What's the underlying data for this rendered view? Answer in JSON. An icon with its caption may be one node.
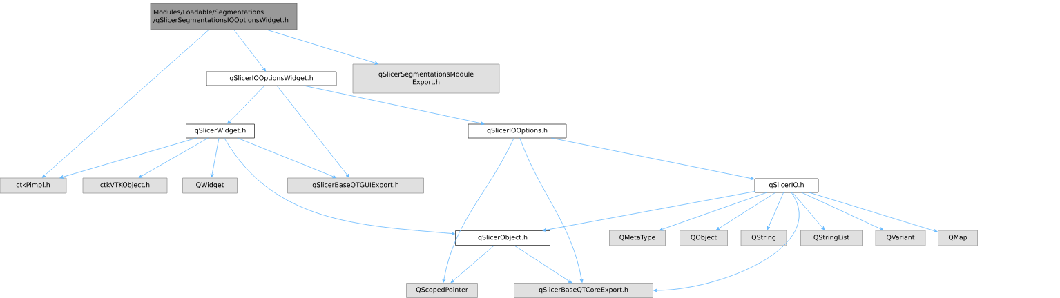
{
  "diagram": {
    "nodes": [
      {
        "text": [
          "Modules/Loadable/Segmentations /qSlicerSegmentationsIOOptionsWidget.h"
        ]
      },
      {
        "text": [
          "qSlicerIOOptionsWidget.h"
        ]
      },
      {
        "text": [
          "qSlicerSegmentationsModule Export.h"
        ]
      },
      {
        "text": [
          "qSlicerWidget.h"
        ]
      },
      {
        "text": [
          "qSlicerIOOptions.h"
        ]
      },
      {
        "text": [
          "ctkPimpl.h"
        ]
      },
      {
        "text": [
          "ctkVTKObject.h"
        ]
      },
      {
        "text": [
          "QWidget"
        ]
      },
      {
        "text": [
          "qSlicerBaseQTGUIExport.h"
        ]
      },
      {
        "text": [
          "qSlicerIO.h"
        ]
      },
      {
        "text": [
          "qSlicerObject.h"
        ]
      },
      {
        "text": [
          "QMetaType"
        ]
      },
      {
        "text": [
          "QObject"
        ]
      },
      {
        "text": [
          "QString"
        ]
      },
      {
        "text": [
          "QStringList"
        ]
      },
      {
        "text": [
          "QVariant"
        ]
      },
      {
        "text": [
          "QMap"
        ]
      },
      {
        "text": [
          "QScopedPointer"
        ]
      },
      {
        "text": [
          "qSlicerBaseQTCoreExport.h"
        ]
      }
    ],
    "edges": [
      {
        "from": 0,
        "to": 5,
        "arrow": "to"
      },
      {
        "from": 0,
        "to": 1,
        "arrow": "to"
      },
      {
        "from": 0,
        "to": 2,
        "arrow": "to"
      },
      {
        "from": 1,
        "to": 3,
        "arrow": "to"
      },
      {
        "from": 1,
        "to": 8,
        "arrow": "to"
      },
      {
        "from": 1,
        "to": 4,
        "arrow": "to"
      },
      {
        "from": 3,
        "to": 5,
        "arrow": "to"
      },
      {
        "from": 3,
        "to": 6,
        "arrow": "to"
      },
      {
        "from": 3,
        "to": 7,
        "arrow": "to"
      },
      {
        "from": 3,
        "to": 8,
        "arrow": "to"
      },
      {
        "from": 3,
        "to": 10,
        "arrow": "to"
      },
      {
        "from": 4,
        "to": 17,
        "arrow": "to"
      },
      {
        "from": 4,
        "to": 18,
        "arrow": "to"
      },
      {
        "from": 4,
        "to": 9,
        "arrow": "to"
      },
      {
        "from": 9,
        "to": 10,
        "arrow": "to"
      },
      {
        "from": 9,
        "to": 11,
        "arrow": "to"
      },
      {
        "from": 9,
        "to": 12,
        "arrow": "to"
      },
      {
        "from": 9,
        "to": 13,
        "arrow": "to"
      },
      {
        "from": 9,
        "to": 18,
        "arrow": "to"
      },
      {
        "from": 9,
        "to": 14,
        "arrow": "to"
      },
      {
        "from": 9,
        "to": 15,
        "arrow": "to"
      },
      {
        "from": 9,
        "to": 16,
        "arrow": "to"
      },
      {
        "from": 10,
        "to": 17,
        "arrow": "to"
      },
      {
        "from": 10,
        "to": 18,
        "arrow": "to"
      }
    ]
  }
}
